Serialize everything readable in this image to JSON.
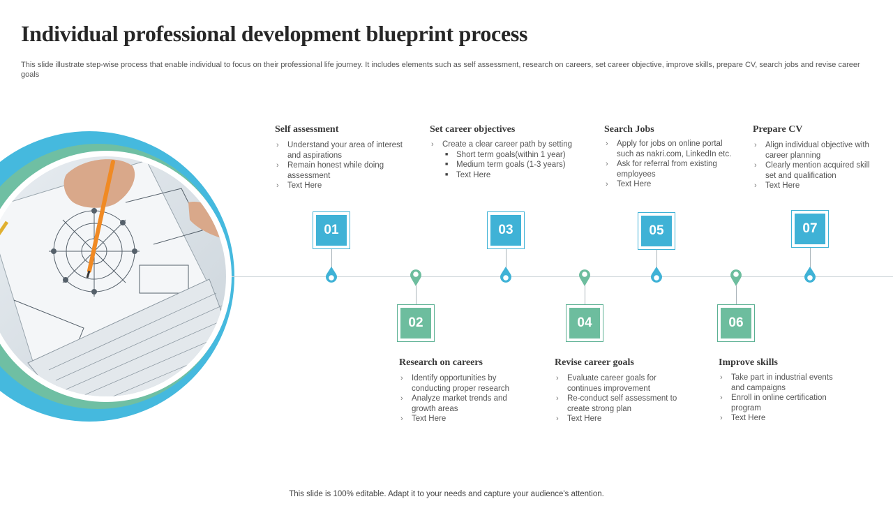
{
  "title": "Individual professional development blueprint process",
  "subtitle": "This slide illustrate step-wise process that enable individual to focus on their professional life journey. It includes elements such as self assessment, research on careers, set career objective, improve skills, prepare CV, search jobs and revise career goals",
  "colors": {
    "blue": "#3fb2d6",
    "green": "#6dbd9e",
    "ring_blue": "#45b9de",
    "ring_green": "#6fbfa3"
  },
  "steps": [
    {
      "num": "01",
      "title": "Self assessment",
      "bullets": [
        "Understand your area of interest and aspirations",
        "Remain honest while doing assessment",
        "Text Here"
      ]
    },
    {
      "num": "02",
      "title": "Research on careers",
      "bullets": [
        "Identify opportunities by conducting proper research",
        "Analyze  market trends and growth areas",
        "Text Here"
      ]
    },
    {
      "num": "03",
      "title": "Set career objectives",
      "bullets": [
        "Create a clear career path by setting"
      ],
      "subbullets": [
        "Short term goals(within 1 year)",
        "Medium term goals (1-3 years)",
        "Text Here"
      ]
    },
    {
      "num": "04",
      "title": "Revise career goals",
      "bullets": [
        "Evaluate career goals for continues improvement",
        "Re-conduct self assessment to create strong plan",
        "Text Here"
      ]
    },
    {
      "num": "05",
      "title": "Search Jobs",
      "bullets": [
        "Apply for jobs on online portal such as nakri.com, LinkedIn etc.",
        "Ask for referral from existing employees",
        "Text Here"
      ]
    },
    {
      "num": "06",
      "title": "Improve skills",
      "bullets": [
        "Take part in industrial events and campaigns",
        "Enroll in online certification program",
        "Text Here"
      ]
    },
    {
      "num": "07",
      "title": "Prepare CV",
      "bullets": [
        "Align individual objective with career planning",
        "Clearly mention acquired skill set and qualification",
        "Text Here"
      ]
    }
  ],
  "footer": "This slide is 100% editable. Adapt it to your needs and capture your audience's attention."
}
